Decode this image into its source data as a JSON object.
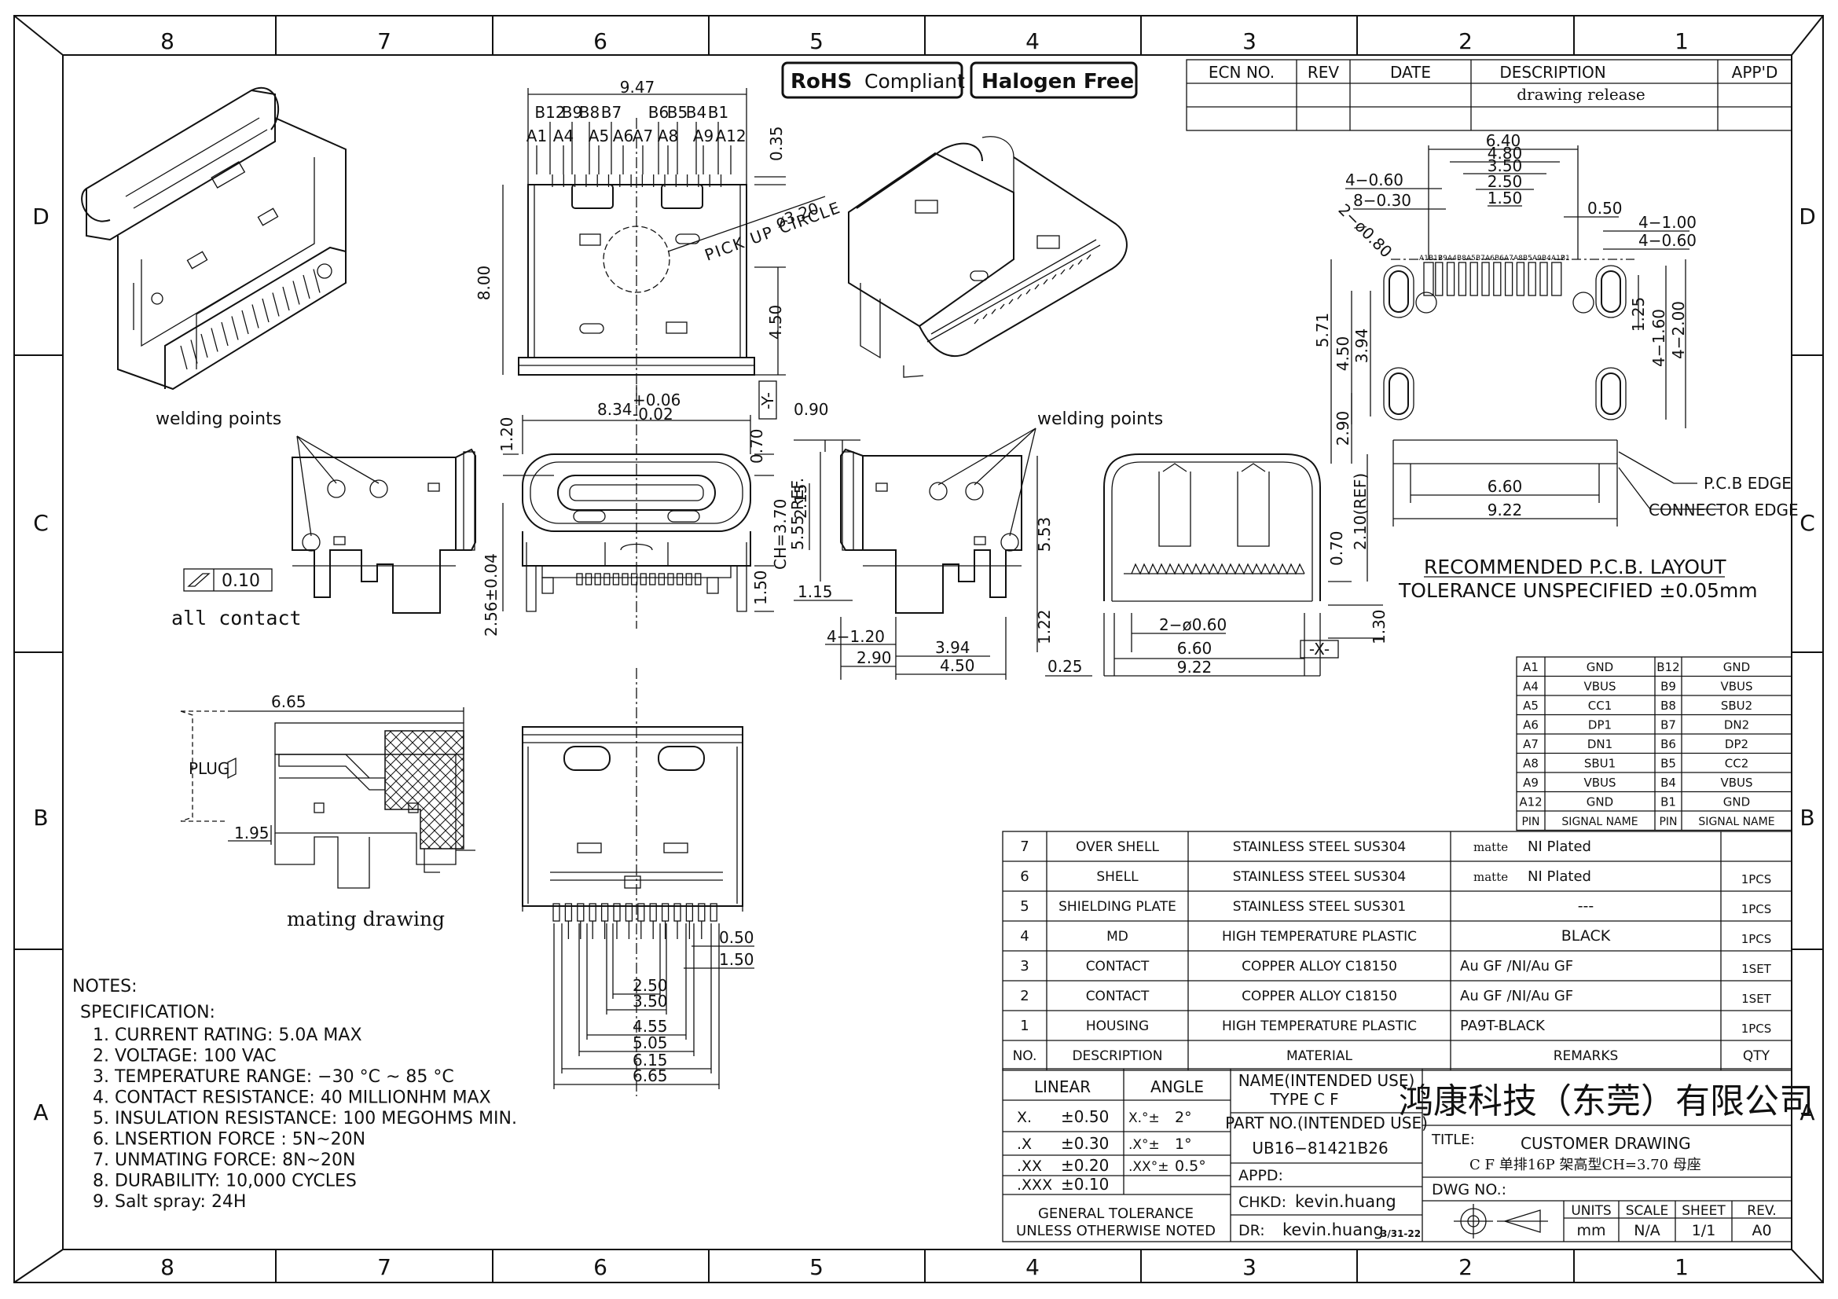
{
  "border": {
    "cols_top": [
      "8",
      "7",
      "6",
      "5",
      "4",
      "3",
      "2",
      "1"
    ],
    "rows_side": [
      "D",
      "C",
      "B",
      "A"
    ]
  },
  "badges": {
    "rohs_bold": "RoHS",
    "rohs_rest": "Compliant",
    "halogen": "Halogen Free"
  },
  "revision_block": {
    "headers": [
      "ECN NO.",
      "REV",
      "DATE",
      "DESCRIPTION",
      "APP'D"
    ],
    "row1_description": "drawing release"
  },
  "top_view": {
    "width_dim": "9.47",
    "pins_top": [
      "B12",
      "B9",
      "B8",
      "B7",
      "B6",
      "B5",
      "B4",
      "B1"
    ],
    "pins_bottom": [
      "A1",
      "A4",
      "A5",
      "A6",
      "A7",
      "A8",
      "A9",
      "A12"
    ],
    "dim_035": "0.35",
    "pickup_dia": "ø3.20",
    "pickup_text": "PICK UP CIRCLE",
    "dim_height": "8.00",
    "dim_450": "4.50",
    "datum_y": "-Y-"
  },
  "front_view": {
    "width": "8.34",
    "tol_plus": "+0.06",
    "tol_minus": "-0.02",
    "d120": "1.20",
    "d070": "0.70",
    "d256": "2.56±0.04",
    "d150": "1.50"
  },
  "left_side": {
    "welding": "welding points",
    "flatness": "0.10",
    "all_contact": "all contact"
  },
  "right_side": {
    "welding": "welding points",
    "d090": "0.90",
    "d215": "2.15",
    "d555": "5.55 REF.",
    "ch": "CH=3.70",
    "d553": "5.53",
    "d115": "1.15",
    "d4_120": "4−1.20",
    "d290": "2.90",
    "d394": "3.94",
    "d450": "4.50",
    "d122": "1.22",
    "d025": "0.25"
  },
  "end_view": {
    "d070": "0.70",
    "d210": "2.10(REF)",
    "holes": "2−ø0.60",
    "d660": "6.60",
    "d922": "9.22",
    "d130": "1.30",
    "datum_x": "-X-"
  },
  "pcb_layout": {
    "d640": "6.40",
    "d480": "4.80",
    "d350": "3.50",
    "d250": "2.50",
    "d150": "1.50",
    "d4_060": "4−0.60",
    "d8_030": "8−0.30",
    "d2_080": "2−ø0.80",
    "d050": "0.50",
    "d4_100": "4−1.00",
    "d4_060b": "4−0.60",
    "d571": "5.71",
    "d450": "4.50",
    "d394": "3.94",
    "d290": "2.90",
    "d125": "1.25",
    "d4_160": "4−1.60",
    "d4_200": "4−2.00",
    "d660": "6.60",
    "d922": "9.22",
    "pcb_edge": "P.C.B EDGE",
    "conn_edge": "CONNECTOR EDGE",
    "title": "RECOMMENDED  P.C.B. LAYOUT",
    "tolerance": "TOLERANCE  UNSPECIFIED  ±0.05mm",
    "pad_labels": [
      "A1",
      "B12",
      "B9",
      "A4",
      "B8",
      "A5",
      "B7",
      "A6",
      "B6",
      "A7",
      "A8",
      "B5",
      "A9",
      "B4",
      "A12",
      "B1"
    ]
  },
  "mating": {
    "d665": "6.65",
    "plug": "PLUG",
    "d195": "1.95",
    "caption": "mating drawing"
  },
  "bottom_view": {
    "d050": "0.50",
    "d150": "1.50",
    "d250": "2.50",
    "d350": "3.50",
    "d455": "4.55",
    "d505": "5.05",
    "d615": "6.15",
    "d665": "6.65"
  },
  "pin_table": {
    "rows": [
      [
        "A1",
        "GND",
        "B12",
        "GND"
      ],
      [
        "A4",
        "VBUS",
        "B9",
        "VBUS"
      ],
      [
        "A5",
        "CC1",
        "B8",
        "SBU2"
      ],
      [
        "A6",
        "DP1",
        "B7",
        "DN2"
      ],
      [
        "A7",
        "DN1",
        "B6",
        "DP2"
      ],
      [
        "A8",
        "SBU1",
        "B5",
        "CC2"
      ],
      [
        "A9",
        "VBUS",
        "B4",
        "VBUS"
      ],
      [
        "A12",
        "GND",
        "B1",
        "GND"
      ]
    ],
    "header": [
      "PIN",
      "SIGNAL NAME",
      "PIN",
      "SIGNAL NAME"
    ]
  },
  "bom": {
    "rows": [
      {
        "no": "7",
        "desc": "OVER SHELL",
        "mat": "STAINLESS  STEEL  SUS304",
        "rem_pre": "matte",
        "rem": "NI Plated",
        "qty": ""
      },
      {
        "no": "6",
        "desc": "SHELL",
        "mat": "STAINLESS  STEEL  SUS304",
        "rem_pre": "matte",
        "rem": "NI Plated",
        "qty": "1PCS"
      },
      {
        "no": "5",
        "desc": "SHIELDING PLATE",
        "mat": "STAINLESS  STEEL  SUS301",
        "rem_pre": "",
        "rem": "---",
        "qty": "1PCS"
      },
      {
        "no": "4",
        "desc": "MD",
        "mat": "HIGH  TEMPERATURE  PLASTIC",
        "rem_pre": "",
        "rem": "BLACK",
        "qty": "1PCS"
      },
      {
        "no": "3",
        "desc": "CONTACT",
        "mat": "COPPER ALLOY C18150",
        "rem_pre": "",
        "rem": "Au GF /NI/Au GF",
        "qty": "1SET"
      },
      {
        "no": "2",
        "desc": "CONTACT",
        "mat": "COPPER ALLOY C18150",
        "rem_pre": "",
        "rem": "Au GF /NI/Au GF",
        "qty": "1SET"
      },
      {
        "no": "1",
        "desc": "HOUSING",
        "mat": "HIGH  TEMPERATURE  PLASTIC",
        "rem_pre": "",
        "rem": "PA9T-BLACK",
        "qty": "1PCS"
      }
    ],
    "header": [
      "NO.",
      "DESCRIPTION",
      "MATERIAL",
      "REMARKS",
      "QTY"
    ]
  },
  "title_block": {
    "linear": "LINEAR",
    "angle": "ANGLE",
    "tol_rows": [
      [
        "X.",
        "±0.50",
        "X.°±",
        "2°"
      ],
      [
        ".X",
        "±0.30",
        ".X°±",
        "1°"
      ],
      [
        ".XX",
        "±0.20",
        ".XX°±",
        "0.5°"
      ],
      [
        ".XXX",
        "±0.10",
        "",
        ""
      ]
    ],
    "general1": "GENERAL  TOLERANCE",
    "general2": "UNLESS  OTHERWISE  NOTED",
    "name_label": "NAME(INTENDED  USE)",
    "name_value": "TYPE  C  F",
    "part_label": "PART  NO.(INTENDED  USE)",
    "part_value": "UB16−81421B26",
    "appd": "APPD:",
    "chkd": "CHKD:",
    "chkd_value": "kevin.huang",
    "dr": "DR:",
    "dr_value": "kevin.huang",
    "dr_date": "3/31-22",
    "company": "鸿康科技（东莞）有限公司",
    "title_label": "TITLE:",
    "title_value": "CUSTOMER  DRAWING",
    "subtitle": "C F 单排16P 架高型CH=3.70 母座",
    "dwg": "DWG NO.:",
    "units_label": "UNITS",
    "units": "mm",
    "scale_label": "SCALE",
    "scale": "N/A",
    "sheet_label": "SHEET",
    "sheet": "1/1",
    "rev_label": "REV.",
    "rev": "A0"
  },
  "notes": {
    "title": "NOTES:",
    "spec_title": "SPECIFICATION:",
    "items": [
      "1.  CURRENT  RATING: 5.0A  MAX",
      "2.  VOLTAGE: 100  VAC",
      "3.  TEMPERATURE  RANGE: −30 °C  ~  85 °C",
      "4.  CONTACT  RESISTANCE: 40  MILLIONHM  MAX",
      "5.  INSULATION  RESISTANCE: 100  MEGOHMS  MIN.",
      "6.  LNSERTION  FORCE : 5N~20N",
      "7.  UNMATING  FORCE: 8N~20N",
      "8.  DURABILITY:   10,000  CYCLES",
      "9.  Salt  spray: 24H"
    ]
  }
}
